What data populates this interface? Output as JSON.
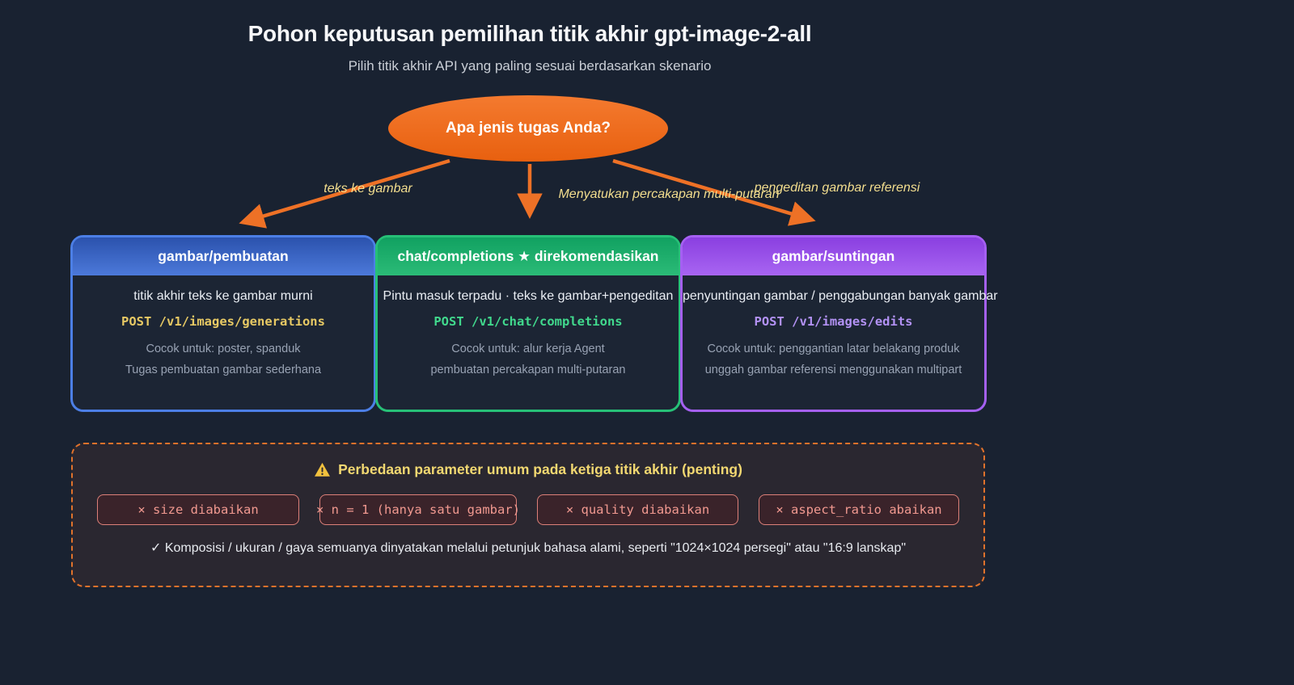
{
  "page": {
    "title": "Pohon keputusan pemilihan titik akhir gpt-image-2-all",
    "subtitle": "Pilih titik akhir API yang paling sesuai berdasarkan skenario"
  },
  "root": {
    "label": "Apa jenis tugas Anda?"
  },
  "branches": [
    {
      "label": "teks ke gambar"
    },
    {
      "label": "Menyatukan percakapan multi-putaran"
    },
    {
      "label": "pengeditan gambar referensi"
    }
  ],
  "cards": [
    {
      "title": "gambar/pembuatan",
      "desc": "titik akhir teks ke gambar murni",
      "endpoint": "POST /v1/images/generations",
      "notes": [
        "Cocok untuk: poster, spanduk",
        "Tugas pembuatan gambar sederhana"
      ],
      "accent": "#4c7fe6",
      "endpoint_color": "#e7c964"
    },
    {
      "title": "chat/completions ★ direkomendasikan",
      "desc": "Pintu masuk terpadu · teks ke gambar+pengeditan",
      "endpoint": "POST /v1/chat/completions",
      "notes": [
        "Cocok untuk: alur kerja Agent",
        "pembuatan percakapan multi-putaran"
      ],
      "accent": "#27c077",
      "endpoint_color": "#41d98d"
    },
    {
      "title": "gambar/suntingan",
      "desc": "penyuntingan gambar / penggabungan banyak gambar",
      "endpoint": "POST /v1/images/edits",
      "notes": [
        "Cocok untuk: penggantian latar belakang produk",
        "unggah gambar referensi menggunakan multipart"
      ],
      "accent": "#a560f2",
      "endpoint_color": "#b392f5"
    }
  ],
  "warning": {
    "icon": "⚠",
    "title": "Perbedaan parameter umum pada ketiga titik akhir (penting)",
    "pills": [
      "× size diabaikan",
      "× n = 1 (hanya satu gambar)",
      "× quality diabaikan",
      "× aspect_ratio abaikan"
    ],
    "footnote": "✓ Komposisi / ukuran / gaya semuanya dinyatakan melalui petunjuk bahasa alami, seperti \"1024×1024 persegi\" atau \"16:9 lanskap\""
  },
  "colors": {
    "background": "#192231",
    "arrow_orange": "#ee7126",
    "branch_label_yellow": "#f3de8e",
    "warning_border_orange": "#e0722b",
    "warning_title_yellow": "#f2d871",
    "pill_red": "#f19990"
  }
}
